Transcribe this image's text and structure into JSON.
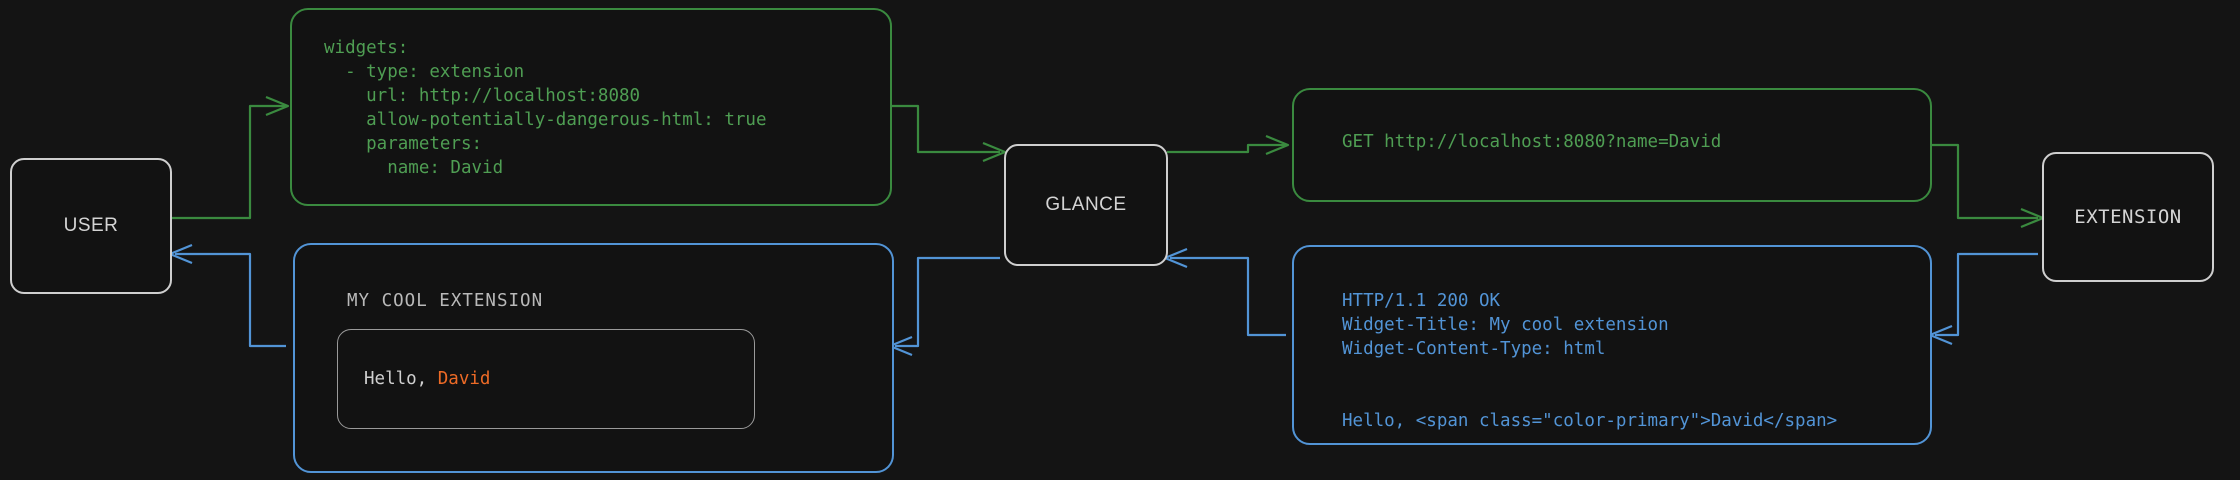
{
  "theme": {
    "background": "#141414",
    "panel_fill": "#121212",
    "request_color": "#3a8a3f",
    "request_text_color": "#4f9e53",
    "response_color": "#5294d6",
    "node_border": "#cfcfcf",
    "node_text": "#d4d4d4",
    "accent_primary": "#ec6a26",
    "muted_text": "#b9b9b9"
  },
  "nodes": {
    "user": {
      "label": "USER"
    },
    "glance": {
      "label": "GLANCE"
    },
    "extension": {
      "label": "EXTENSION"
    }
  },
  "panels": {
    "config": {
      "lines": [
        "widgets:",
        "  - type: extension",
        "    url: http://localhost:8080",
        "    allow-potentially-dangerous-html: true",
        "    parameters:",
        "      name: David"
      ]
    },
    "request": {
      "line": "GET http://localhost:8080?name=David"
    },
    "response": {
      "lines": [
        "HTTP/1.1 200 OK",
        "Widget-Title: My cool extension",
        "Widget-Content-Type: html",
        "",
        "Hello, <span class=\"color-primary\">David</span>"
      ]
    },
    "widget_preview": {
      "title": "MY COOL EXTENSION",
      "body_prefix": "Hello, ",
      "body_name": "David"
    }
  },
  "flows": [
    {
      "id": "user-to-glance-config",
      "from": "user",
      "to": "glance",
      "via": "config",
      "color": "#3a8a3f"
    },
    {
      "id": "glance-to-extension-request",
      "from": "glance",
      "to": "extension",
      "via": "request",
      "color": "#3a8a3f"
    },
    {
      "id": "extension-to-glance-response",
      "from": "extension",
      "to": "glance",
      "via": "response",
      "color": "#5294d6"
    },
    {
      "id": "glance-to-user-render",
      "from": "glance",
      "to": "user",
      "via": "widget_preview",
      "color": "#5294d6"
    }
  ]
}
